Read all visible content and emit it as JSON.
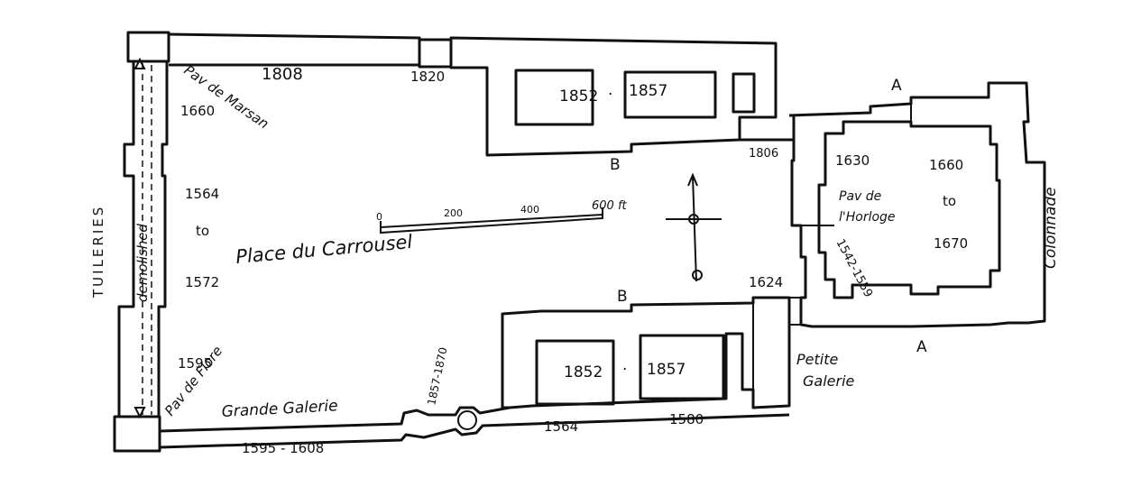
{
  "dates": {
    "d1808": "1808",
    "d1820": "1820",
    "d1852_top": "1852",
    "d1857_top": "1857",
    "sep_top": "·",
    "d1660_left": "1660",
    "d1564_left": "1564",
    "to_left": "to",
    "d1572": "1572",
    "d1595": "1595",
    "d1806": "1806",
    "d1630": "1630",
    "d1660_right": "1660",
    "to_right": "to",
    "d1670": "1670",
    "d1542": "1542-1559",
    "d1624": "1624",
    "d1857_1870": "1857-1870",
    "d1852_bottom": "1852",
    "d1857_bottom": "1857",
    "sep_bottom": "·",
    "d1564_bottom": "1564",
    "d1580": "1580",
    "d1595_1608": "1595 - 1608"
  },
  "labels": {
    "tuileries": "TUILERIES",
    "demolished": "demolished",
    "pav_marsan": "Pav de Marsan",
    "pav_flore": "Pav de Flore",
    "place_carrousel": "Place du Carrousel",
    "grande_galerie": "Grande Galerie",
    "petite_galerie_1": "Petite",
    "petite_galerie_2": "Galerie",
    "pav_horloge_1": "Pav de",
    "pav_horloge_2": "l'Horloge",
    "colonnade": "Colonnade",
    "a_top": "A",
    "a_bottom": "A",
    "b_top": "B",
    "b_bottom": "B"
  },
  "scale_bar": {
    "t0": "0",
    "t200": "200",
    "t400": "400",
    "t600": "600 ft"
  },
  "colors": {
    "ink": "#111111",
    "paper": "#ffffff"
  },
  "icons": {
    "compass": "north-arrow-icon"
  }
}
